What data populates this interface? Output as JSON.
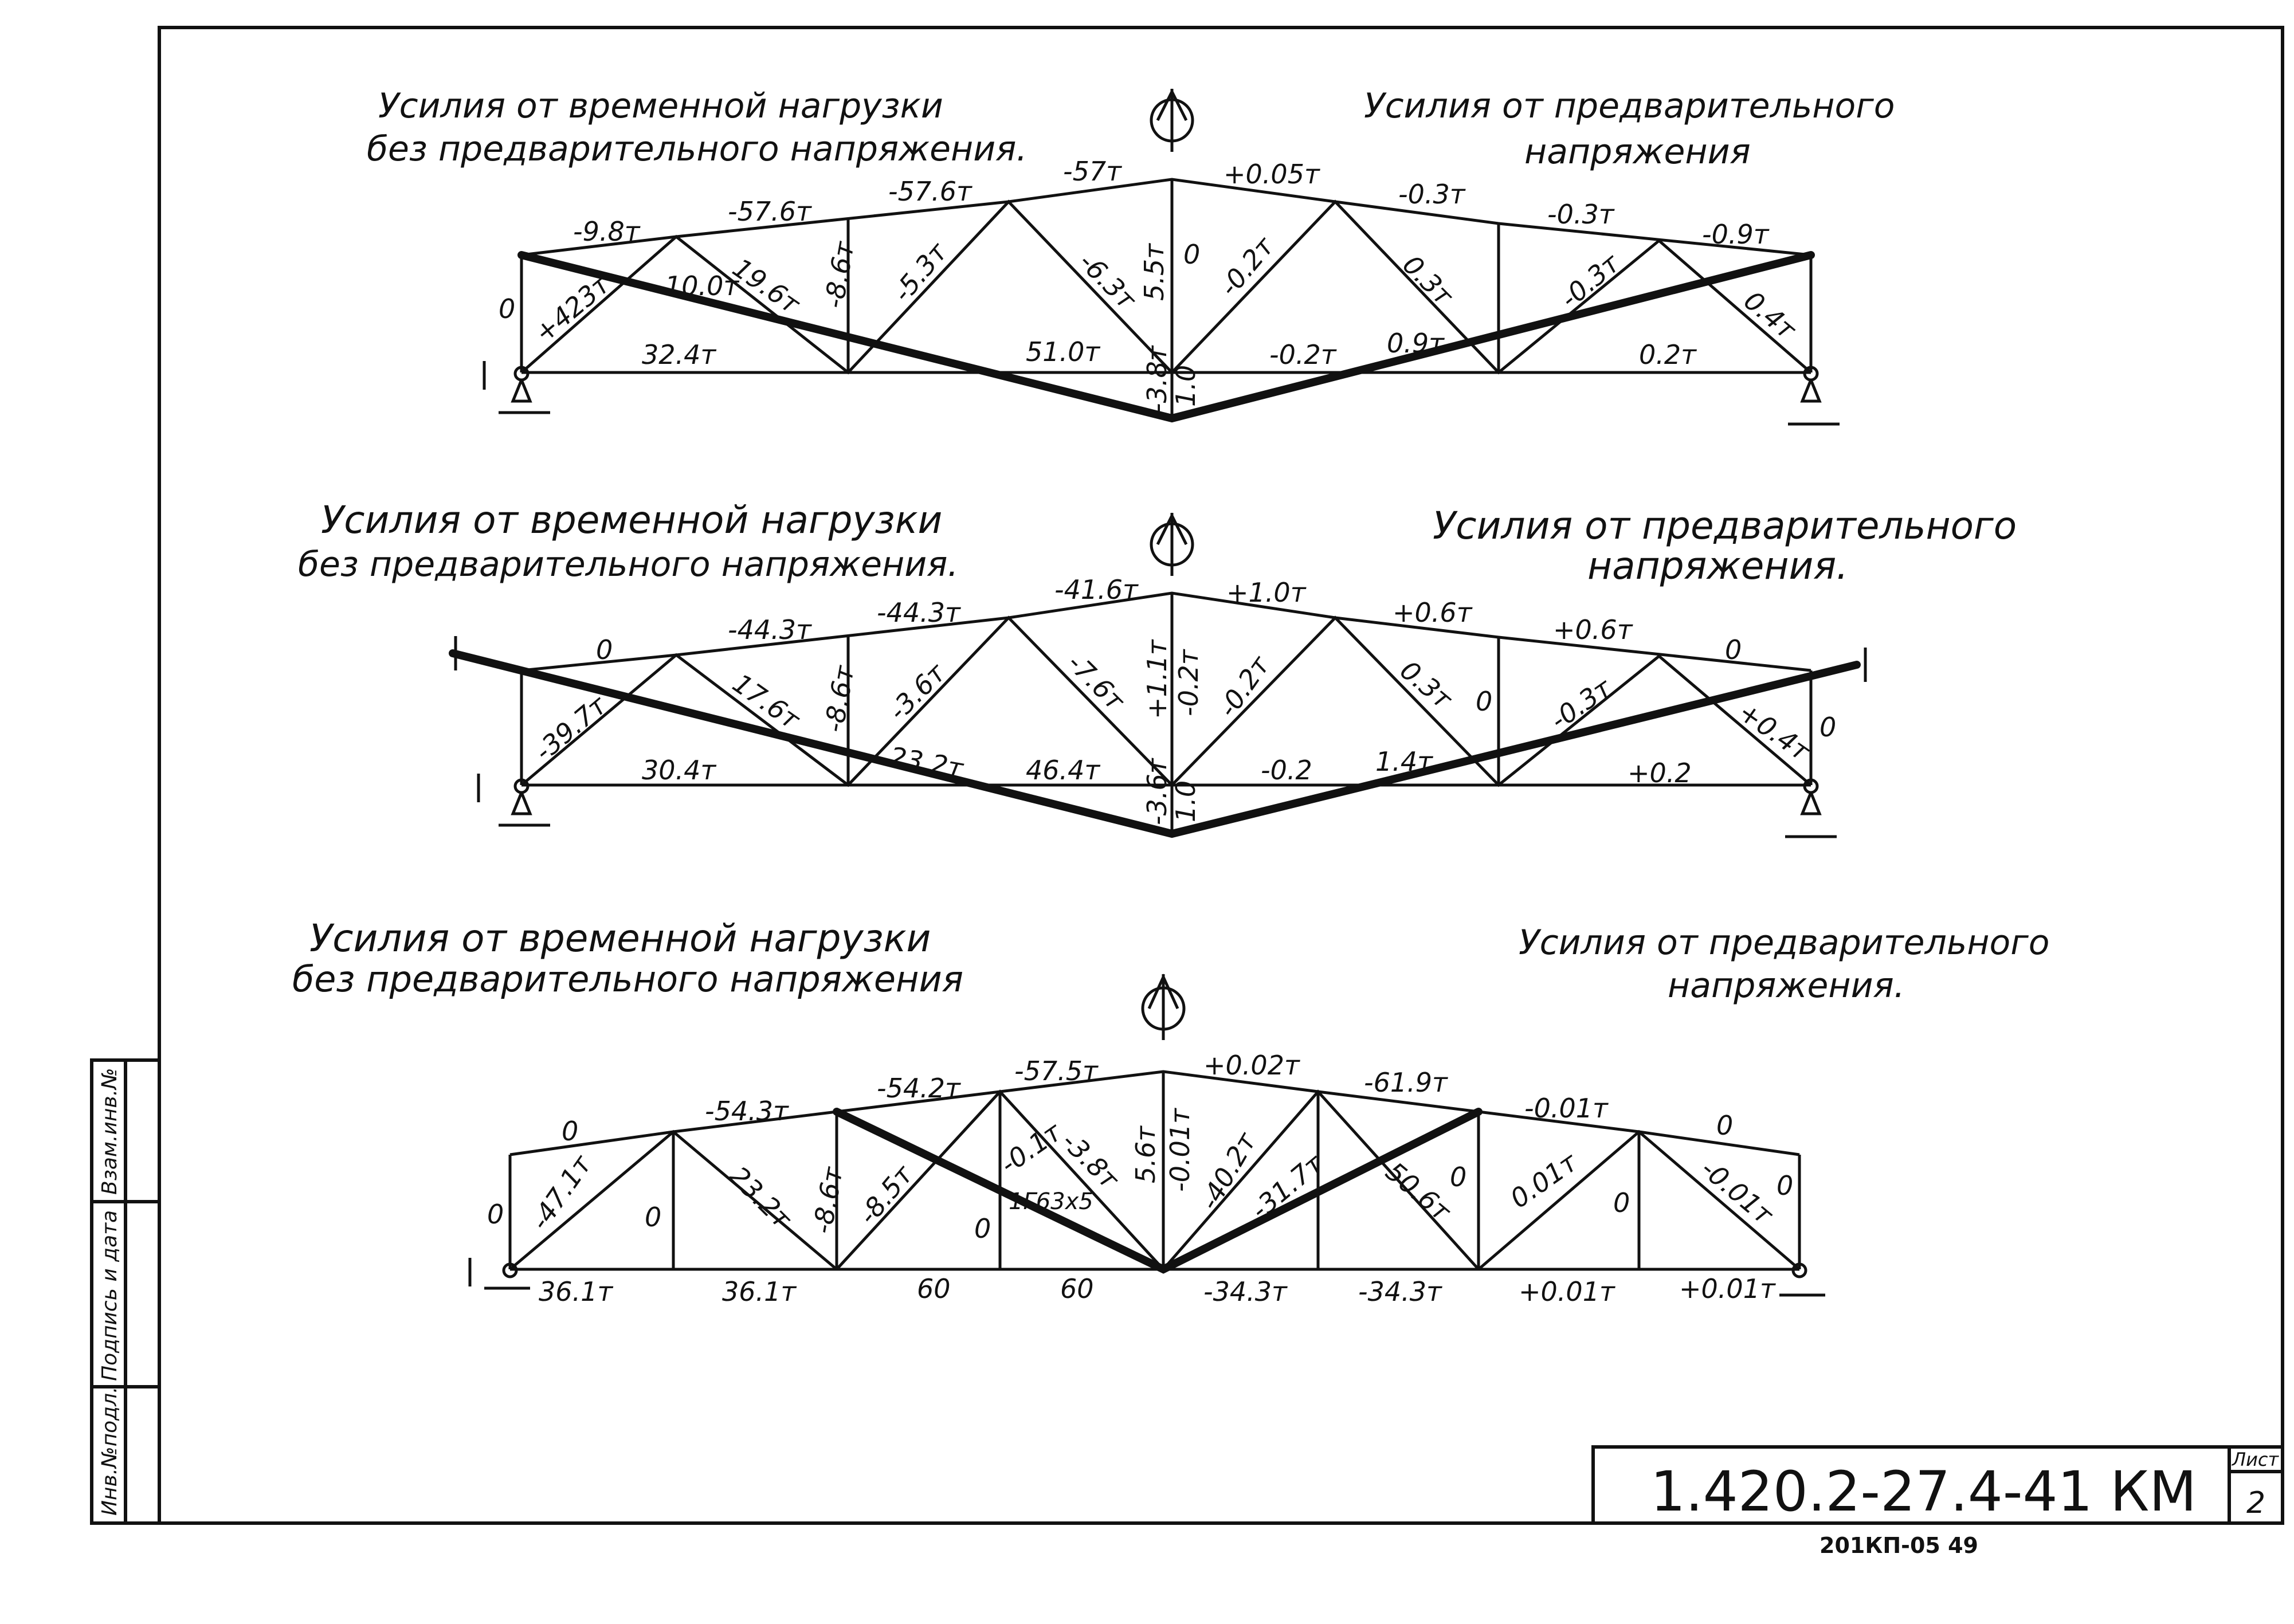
{
  "diagrams": [
    {
      "left_caption": [
        "Усилия от временной нагрузки",
        "без предварительного напряжения."
      ],
      "right_caption": [
        "Усилия от предварительного",
        "напряжения"
      ],
      "labels": [
        "-9.8т",
        "-57.6т",
        "-57.6т",
        "-57т",
        "+0.05т",
        "-0.3т",
        "-0.3т",
        "-0.9т",
        "0",
        "+423т",
        "10.0т",
        "19.6т",
        "-8.6т",
        "-5.3т",
        "-6.3т",
        "5.5т",
        "0",
        "-0.2т",
        "0.3т",
        "-0.3т",
        "0.4т",
        "32.4т",
        "51.0т",
        "-0.2т",
        "0.9т",
        "0.2т",
        "-3.8т",
        "1.0"
      ]
    },
    {
      "left_caption": [
        "Усилия от временной нагрузки",
        "без предварительного напряжения."
      ],
      "right_caption": [
        "Усилия от предварительного",
        "напряжения."
      ],
      "labels": [
        "0",
        "-44.3т",
        "-44.3т",
        "-41.6т",
        "+1.0т",
        "+0.6т",
        "+0.6т",
        "0",
        "-39.7т",
        "17.6т",
        "-8.6т",
        "-3.6т",
        "-7.6т",
        "+1.1т",
        "-0.2т",
        "-0.2т",
        "0.3т",
        "0",
        "-0.3т",
        "+0.4т",
        "0",
        "30.4т",
        "23.2т",
        "46.4т",
        "-0.2",
        "1.4т",
        "+0.2",
        "-3.6т",
        "1.0"
      ]
    },
    {
      "left_caption": [
        "Усилия от временной нагрузки",
        "без предварительного напряжения"
      ],
      "right_caption": [
        "Усилия от предварительного",
        "напряжения."
      ],
      "labels": [
        "0",
        "-54.3т",
        "-54.2т",
        "-57.5т",
        "+0.02т",
        "-61.9т",
        "-0.01т",
        "0",
        "0",
        "-47.1т",
        "0",
        "23.2т",
        "-8.6т",
        "-8.5т",
        "0",
        "-0.1т",
        "-3.8т",
        "5.6т",
        "-0.01т",
        "-40.2т",
        "-31.7т",
        "50.6т",
        "0",
        "0.01т",
        "0",
        "-0.01т",
        "0",
        "1Г63х5",
        "36.1т",
        "36.1т",
        "60",
        "60",
        "-34.3т",
        "-34.3т",
        "+0.01т",
        "+0.01т"
      ]
    }
  ],
  "stamp": {
    "code": "1.420.2-27.4-41 КМ",
    "sheet_label": "Лист",
    "sheet_number": "2",
    "bottom_note": "201КП-05   49"
  },
  "side_table": [
    "Инв.№подл.",
    "Подпись и дата",
    "Взам.инв.№"
  ]
}
